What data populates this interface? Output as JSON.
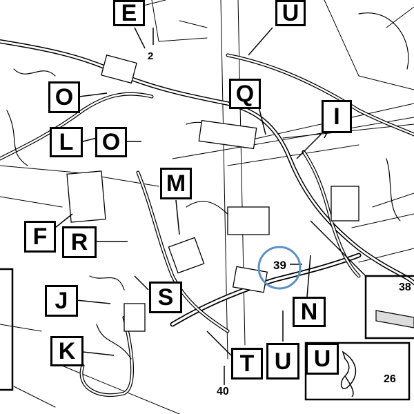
{
  "labels": {
    "E": "E",
    "U_top": "U",
    "O_upper": "O",
    "Q": "Q",
    "I": "I",
    "L": "L",
    "O_lower": "O",
    "M": "M",
    "F": "F",
    "R": "R",
    "S": "S",
    "J": "J",
    "N": "N",
    "K": "K",
    "T": "T",
    "U_bottom": "U",
    "U_inset": "U"
  },
  "numbers": {
    "n2": "2",
    "n39": "39",
    "n40": "40",
    "n26": "26",
    "n38": "38"
  },
  "colors": {
    "line": "#000000",
    "detail_circle": "#5b8fc7",
    "background": "#ffffff"
  }
}
